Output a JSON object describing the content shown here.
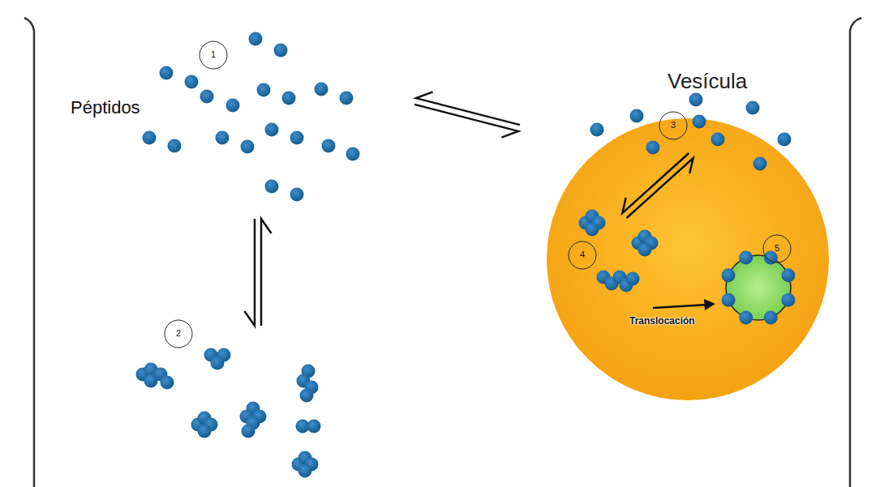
{
  "diagram": {
    "nodes": [
      {
        "text": [
          "Vesícula"
        ]
      }
    ],
    "labels": [
      "Péptidos",
      "1",
      "2",
      "3",
      "4",
      "5",
      "Translocación"
    ]
  }
}
